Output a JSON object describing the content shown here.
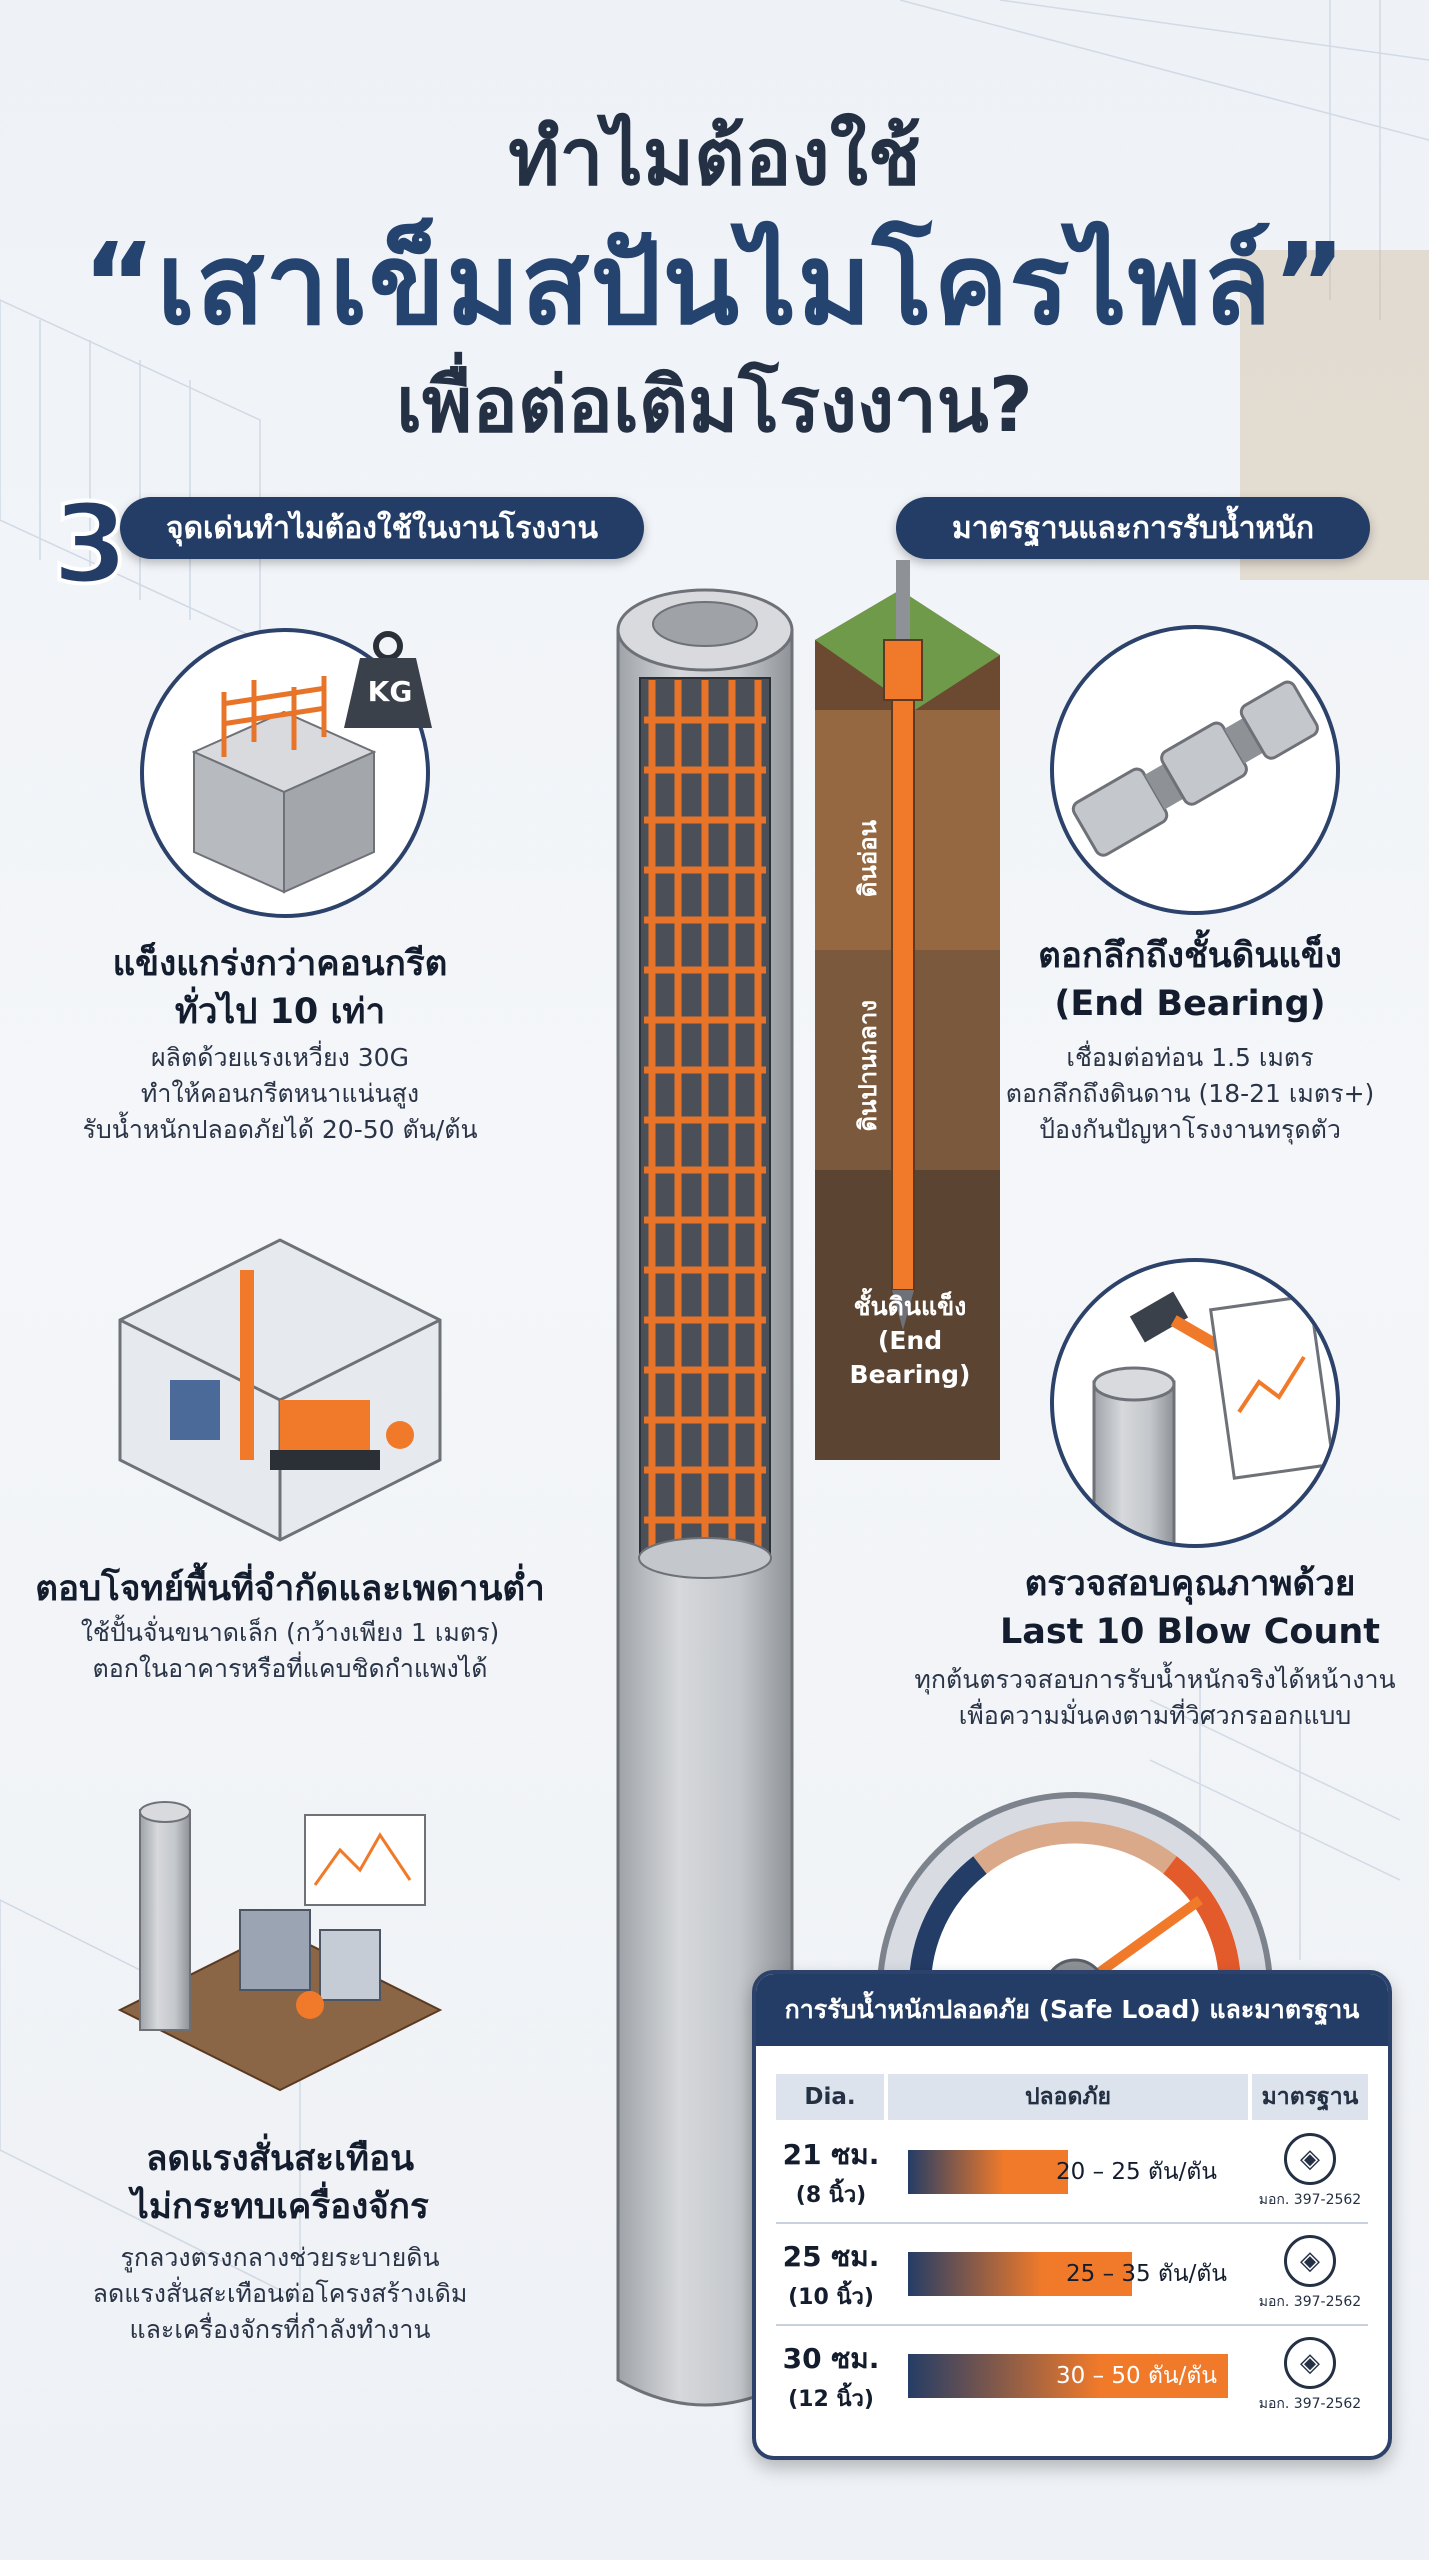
{
  "title": {
    "line1": "ทำไมต้องใช้",
    "line2": "“เสาเข็มสปันไมโครไพล์”",
    "line3": "เพื่อต่อเติมโรงงาน?"
  },
  "left_section": {
    "number": "3",
    "label": "จุดเด่นทำไมต้องใช้ในงานโรงงาน"
  },
  "right_section": {
    "label": "มาตรฐานและการรับน้ำหนัก"
  },
  "weight_icon_label": "KG",
  "features_left": [
    {
      "title1": "แข็งแกร่งกว่าคอนกรีต",
      "title2": "ทั่วไป 10 เท่า",
      "desc": [
        "ผลิตด้วยแรงเหวี่ยง 30G",
        "ทำให้คอนกรีตหนาแน่นสูง",
        "รับน้ำหนักปลอดภัยได้ 20-50 ตัน/ต้น"
      ]
    },
    {
      "title1": "ตอบโจทย์พื้นที่จำกัดและเพดานต่ำ",
      "title2": "",
      "desc": [
        "ใช้ปั้นจั่นขนาดเล็ก (กว้างเพียง 1 เมตร)",
        "ตอกในอาคารหรือที่แคบชิดกำแพงได้"
      ]
    },
    {
      "title1": "ลดแรงสั่นสะเทือน",
      "title2": "ไม่กระทบเครื่องจักร",
      "desc": [
        "รูกลวงตรงกลางช่วยระบายดิน",
        "ลดแรงสั่นสะเทือนต่อโครงสร้างเดิม",
        "และเครื่องจักรที่กำลังทำงาน"
      ]
    }
  ],
  "features_right": [
    {
      "title1": "ตอกลึกถึงชั้นดินแข็ง",
      "title2": "(End Bearing)",
      "desc": [
        "เชื่อมต่อท่อน 1.5 เมตร",
        "ตอกลึกถึงดินดาน (18-21 เมตร+)",
        "ป้องกันปัญหาโรงงานทรุดตัว"
      ]
    },
    {
      "title1": "ตรวจสอบคุณภาพด้วย",
      "title2": "Last 10 Blow Count",
      "desc": [
        "ทุกต้นตรวจสอบการรับน้ำหนักจริงได้หน้างาน",
        "เพื่อความมั่นคงตามที่วิศวกรออกแบบ"
      ]
    }
  ],
  "soil": {
    "layer1": "ดินอ่อน",
    "layer2": "ดินปานกลาง",
    "layer3a": "ชั้นดินแข็ง",
    "layer3b": "(End Bearing)"
  },
  "table": {
    "header": "การรับน้ำหนักปลอดภัย (Safe Load) และมาตรฐาน",
    "col_dia": "Dia.",
    "col_safe": "ปลอดภัย",
    "col_std": "มาตรฐาน",
    "rows": [
      {
        "dia": "21 ซม.",
        "inch": "(8 นิ้ว)",
        "load": "20 – 25 ตัน/ตัน",
        "load_max": 25,
        "std": "มอก. 397-2562"
      },
      {
        "dia": "25 ซม.",
        "inch": "(10 นิ้ว)",
        "load": "25 – 35 ตัน/ตัน",
        "load_max": 35,
        "std": "มอก. 397-2562"
      },
      {
        "dia": "30 ซม.",
        "inch": "(12 นิ้ว)",
        "load": "30 – 50 ตัน/ตัน",
        "load_max": 50,
        "std": "มอก. 397-2562"
      }
    ]
  },
  "colors": {
    "navy": "#243d66",
    "orange": "#f07a2a",
    "concrete": "#c9ccd0"
  }
}
